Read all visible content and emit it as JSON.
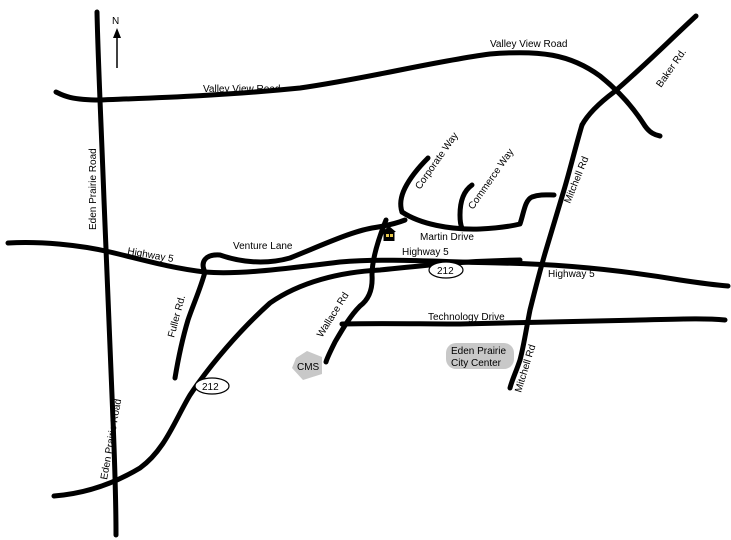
{
  "compass": {
    "label": "N"
  },
  "roads": {
    "valley_view_north": "Valley View Road",
    "valley_view_west": "Valley View Road",
    "baker": "Baker Rd.",
    "eden_prairie_north": "Eden Prairie Road",
    "eden_prairie_south": "Eden Prairie Road",
    "corporate_way": "Corporate Way",
    "commerce_way": "Commerce Way",
    "mitchell_north": "Mitchell Rd",
    "mitchell_south": "Mitchell Rd",
    "martin_drive": "Martin Drive",
    "venture_lane": "Venture Lane",
    "highway5_west": "Highway 5",
    "highway5_center": "Highway 5",
    "highway5_east": "Highway 5",
    "fuller": "Fuller Rd.",
    "wallace": "Wallace Rd",
    "technology_drive": "Technology Drive"
  },
  "shields": {
    "hwy212_east": "212",
    "hwy212_west": "212"
  },
  "places": {
    "cms": "CMS",
    "city_center_line1": "Eden Prairie",
    "city_center_line2": "City Center"
  },
  "colors": {
    "road": "#000000",
    "poi_fill": "#c8c8c8",
    "background": "#ffffff"
  },
  "icons": {
    "destination": "house-icon",
    "north_arrow": "north-arrow-icon"
  }
}
